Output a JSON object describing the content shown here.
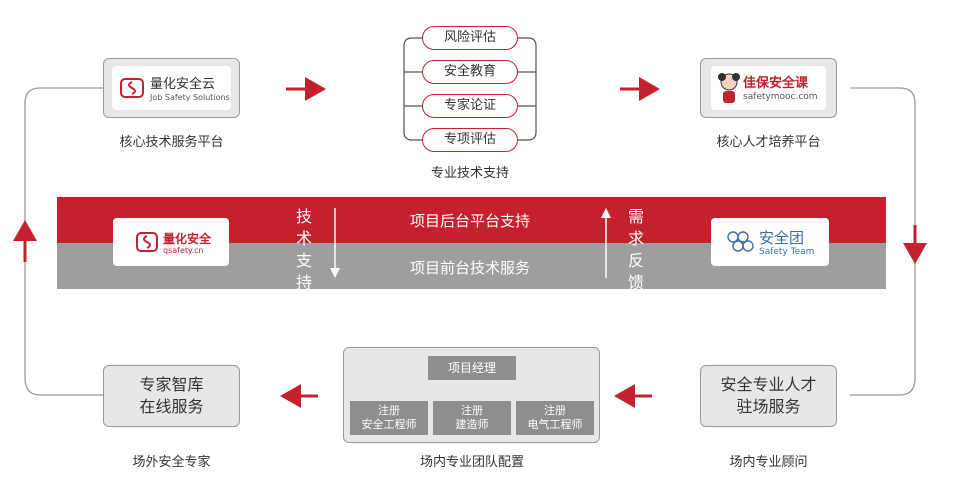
{
  "top": {
    "left_logo": {
      "name": "量化安全云",
      "sub": "Job Safety Solutions"
    },
    "left_caption": "核心技术服务平台",
    "services": [
      "风险评估",
      "安全教育",
      "专家论证",
      "专项评估"
    ],
    "services_caption": "专业技术支持",
    "right_logo": {
      "name": "佳保安全课",
      "sub": "safetymooc.com"
    },
    "right_caption": "核心人才培养平台"
  },
  "band": {
    "back_label": "项目后台平台支持",
    "front_label": "项目前台技术服务",
    "left_vertical": "技术支持",
    "right_vertical": "需求反馈",
    "left_logo": {
      "name": "量化安全",
      "sub": "qsafety.cn"
    },
    "right_logo": {
      "name": "安全团",
      "sub": "Safety Team"
    }
  },
  "bottom": {
    "left_box": {
      "line1": "专家智库",
      "line2": "在线服务"
    },
    "left_caption": "场外安全专家",
    "team": {
      "manager": "项目经理",
      "members": [
        {
          "line1": "注册",
          "line2": "安全工程师"
        },
        {
          "line1": "注册",
          "line2": "建造师"
        },
        {
          "line1": "注册",
          "line2": "电气工程师"
        }
      ],
      "caption": "场内专业团队配置"
    },
    "right_box": {
      "line1": "安全专业人才",
      "line2": "驻场服务"
    },
    "right_caption": "场内专业顾问"
  },
  "colors": {
    "accent": "#c4202e",
    "band_grey": "#9e9e9e",
    "box_fill": "#e7e7e7"
  }
}
